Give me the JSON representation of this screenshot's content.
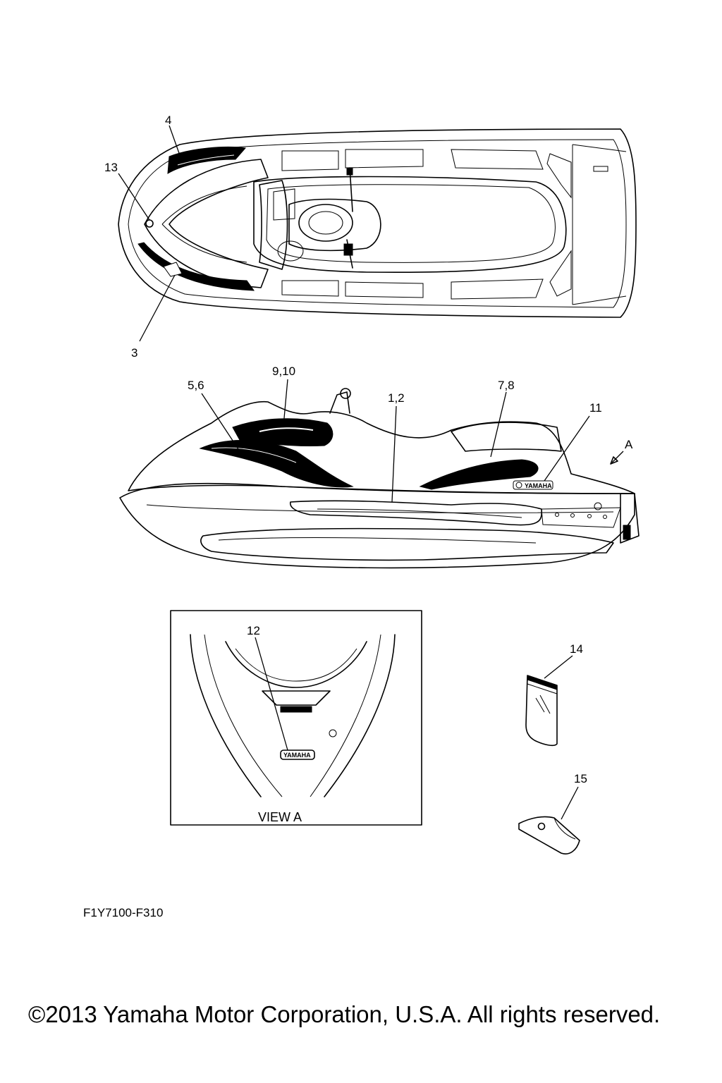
{
  "callouts": {
    "c4": "4",
    "c13": "13",
    "c3": "3",
    "c9_10": "9,10",
    "c5_6": "5,6",
    "c1_2": "1,2",
    "c7_8": "7,8",
    "c11": "11",
    "cA": "A",
    "c12": "12",
    "c14": "14",
    "c15": "15"
  },
  "inset": {
    "label": "VIEW A",
    "emblem": "YAMAHA"
  },
  "side_emblem": "YAMAHA",
  "figure_code": "F1Y7100-F310",
  "copyright": "©2013 Yamaha Motor Corporation, U.S.A. All rights reserved."
}
